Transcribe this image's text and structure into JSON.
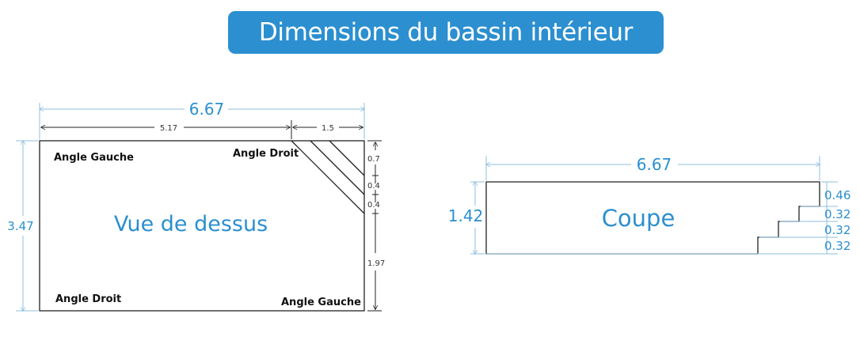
{
  "title": "Dimensions du bassin intérieur",
  "top_view": {
    "caption": "Vue de dessus",
    "total_length": "6.67",
    "length_left": "5.17",
    "length_right": "1.5",
    "width": "3.47",
    "corner_top_left": "Angle Gauche",
    "corner_top_right": "Angle Droit",
    "corner_bottom_left": "Angle Droit",
    "corner_bottom_right": "Angle Gauche",
    "step_dims": [
      "0.7",
      "0.4",
      "0.4",
      "1.97"
    ]
  },
  "section_view": {
    "caption": "Coupe",
    "length": "6.67",
    "depth": "1.42",
    "step_heights": [
      "0.46",
      "0.32",
      "0.32",
      "0.32"
    ]
  }
}
